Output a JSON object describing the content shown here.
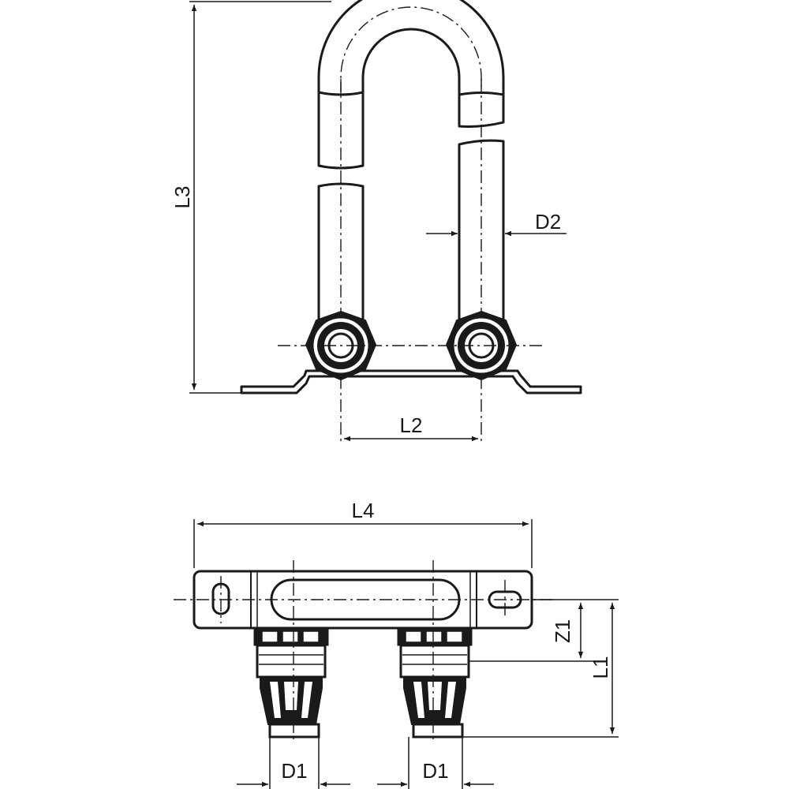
{
  "dimensions": {
    "l1": "L1",
    "l2": "L2",
    "l3": "L3",
    "l4": "L4",
    "d1_left": "D1",
    "d1_right": "D1",
    "d2": "D2",
    "z1": "Z1"
  }
}
